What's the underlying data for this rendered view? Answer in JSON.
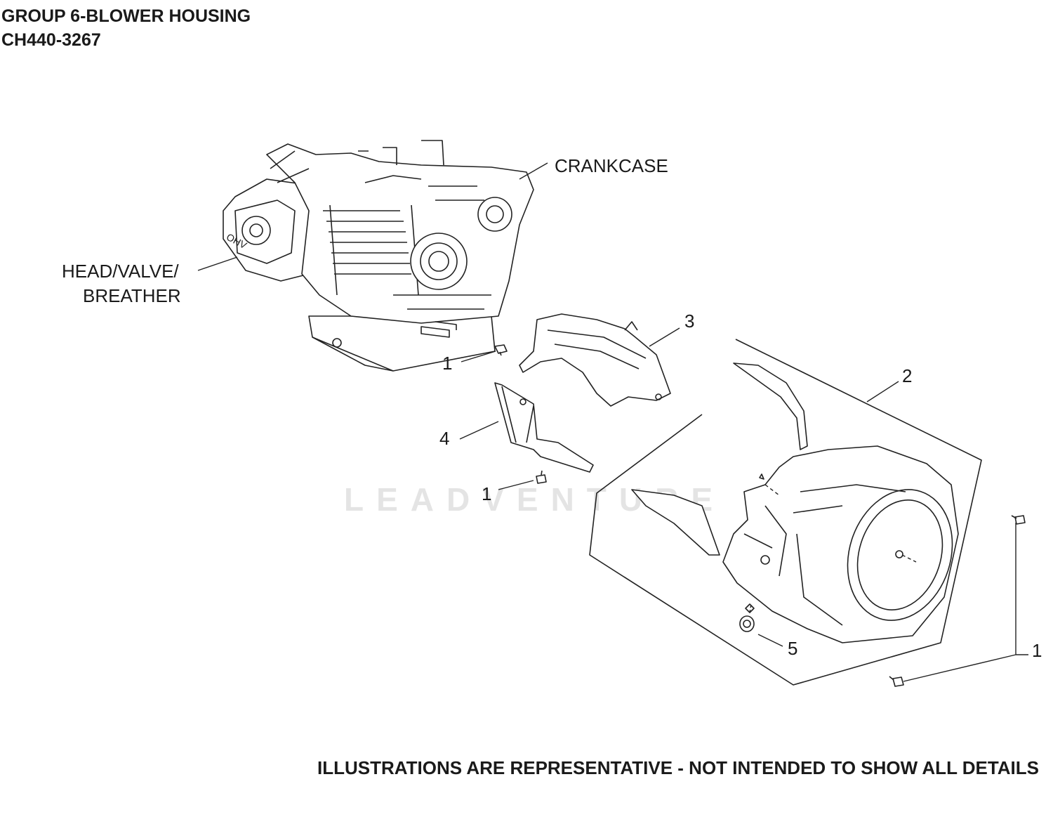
{
  "header": {
    "group_title": "GROUP 6-BLOWER HOUSING",
    "model": "CH440-3267"
  },
  "footer": {
    "disclaimer": "ILLUSTRATIONS ARE REPRESENTATIVE - NOT INTENDED TO SHOW ALL DETAILS"
  },
  "watermark": {
    "text": "LEADVENTURE"
  },
  "labels": {
    "crankcase": "CRANKCASE",
    "head_line1": "HEAD/VALVE/",
    "head_line2": "BREATHER"
  },
  "callouts": {
    "c1a": "1",
    "c1b": "1",
    "c1c": "1",
    "c2": "2",
    "c3": "3",
    "c4": "4",
    "c5": "5"
  }
}
